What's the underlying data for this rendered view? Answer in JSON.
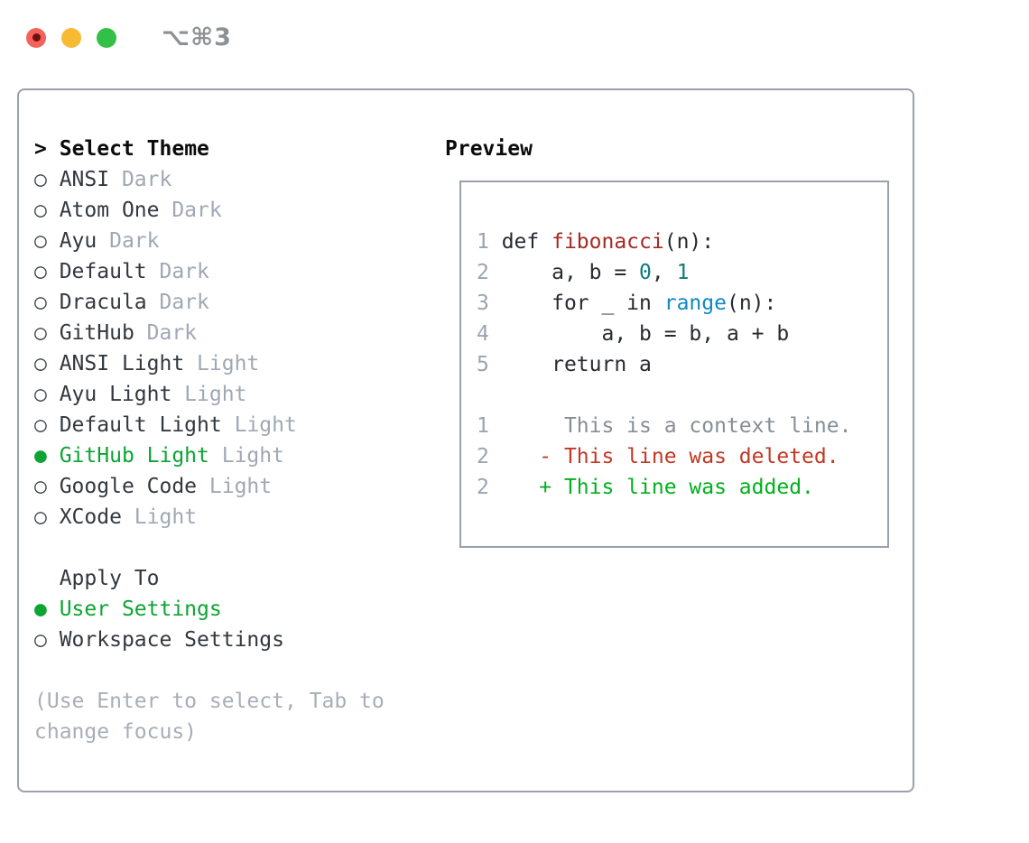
{
  "window": {
    "title": "⌥⌘3"
  },
  "traffic_lights": [
    {
      "name": "close",
      "color": "#f4625a",
      "dot": "#701010"
    },
    {
      "name": "minimize",
      "color": "#f6bb33",
      "dot": null
    },
    {
      "name": "zoom",
      "color": "#32c146",
      "dot": null
    }
  ],
  "glyphs": {
    "bullet_unselected": "○",
    "bullet_selected": "●",
    "cursor": ">"
  },
  "theme_picker": {
    "header": "Select Theme",
    "items": [
      {
        "name": "ANSI",
        "variant": "Dark",
        "selected": false
      },
      {
        "name": "Atom One",
        "variant": "Dark",
        "selected": false
      },
      {
        "name": "Ayu",
        "variant": "Dark",
        "selected": false
      },
      {
        "name": "Default",
        "variant": "Dark",
        "selected": false
      },
      {
        "name": "Dracula",
        "variant": "Dark",
        "selected": false
      },
      {
        "name": "GitHub",
        "variant": "Dark",
        "selected": false
      },
      {
        "name": "ANSI Light",
        "variant": "Light",
        "selected": false
      },
      {
        "name": "Ayu Light",
        "variant": "Light",
        "selected": false
      },
      {
        "name": "Default Light",
        "variant": "Light",
        "selected": false
      },
      {
        "name": "GitHub Light",
        "variant": "Light",
        "selected": true
      },
      {
        "name": "Google Code",
        "variant": "Light",
        "selected": false
      },
      {
        "name": "XCode",
        "variant": "Light",
        "selected": false
      }
    ]
  },
  "apply_to": {
    "header": "Apply To",
    "options": [
      {
        "name": "User Settings",
        "selected": true
      },
      {
        "name": "Workspace Settings",
        "selected": false
      }
    ]
  },
  "hint": "(Use Enter to select, Tab to change focus)",
  "preview": {
    "header": "Preview",
    "code_lines": [
      {
        "num": "1",
        "tokens": [
          {
            "t": "def ",
            "c": "code"
          },
          {
            "t": "fibonacci",
            "c": "func"
          },
          {
            "t": "(n):",
            "c": "code"
          }
        ]
      },
      {
        "num": "2",
        "tokens": [
          {
            "t": "    a, b = ",
            "c": "code"
          },
          {
            "t": "0",
            "c": "num"
          },
          {
            "t": ", ",
            "c": "code"
          },
          {
            "t": "1",
            "c": "num"
          }
        ]
      },
      {
        "num": "3",
        "tokens": [
          {
            "t": "    for _ in ",
            "c": "code"
          },
          {
            "t": "range",
            "c": "builtin"
          },
          {
            "t": "(n):",
            "c": "code"
          }
        ]
      },
      {
        "num": "4",
        "tokens": [
          {
            "t": "        a, b = b, a + b",
            "c": "code"
          }
        ]
      },
      {
        "num": "5",
        "tokens": [
          {
            "t": "    return a",
            "c": "code"
          }
        ]
      },
      {
        "num": "",
        "tokens": []
      },
      {
        "num": "1",
        "tokens": [
          {
            "t": "     This is a context line.",
            "c": "context"
          }
        ]
      },
      {
        "num": "2",
        "tokens": [
          {
            "t": "   ",
            "c": "code"
          },
          {
            "t": "- This line was deleted.",
            "c": "deleted"
          }
        ]
      },
      {
        "num": "2",
        "tokens": [
          {
            "t": "   ",
            "c": "code"
          },
          {
            "t": "+ This line was added.",
            "c": "added"
          }
        ]
      }
    ]
  },
  "colors": {
    "accent-green": "#0ca433",
    "text-dark": "#32383f",
    "variant-gray": "#9fa8b4",
    "hint-gray": "#a7aeb8",
    "border": "#9aa1ab",
    "line-number": "#9aa4b2",
    "code-dark": "#262b33",
    "func-red": "#a52a24",
    "num-teal": "#0e7b7e",
    "builtin-blue": "#1187c5",
    "context-gray": "#868e96",
    "deleted-red": "#c23822",
    "added-green": "#02b01e",
    "title-gray": "#8d9095"
  }
}
